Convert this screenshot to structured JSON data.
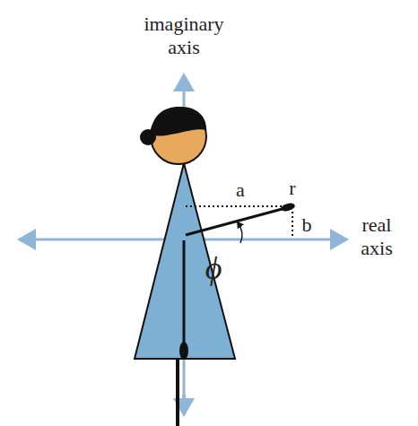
{
  "diagram": {
    "labels": [
      "imaginary axis",
      "real axis",
      "a",
      "r",
      "b",
      "ϕ"
    ]
  }
}
